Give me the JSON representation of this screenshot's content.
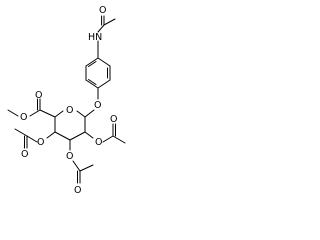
{
  "structure": {
    "atom_labels": {
      "nh": "HN",
      "o_amide": "O",
      "o_phenol": "O",
      "o_ring": "O",
      "o_ester_carbonyl": "O",
      "o_ester_methoxy": "O",
      "o_ac_c2": "O",
      "o_c2_carbonyl": "O",
      "o_ac_c3": "O",
      "o_c3_carbonyl": "O",
      "o_ac_c4": "O",
      "o_c4_carbonyl": "O"
    }
  }
}
